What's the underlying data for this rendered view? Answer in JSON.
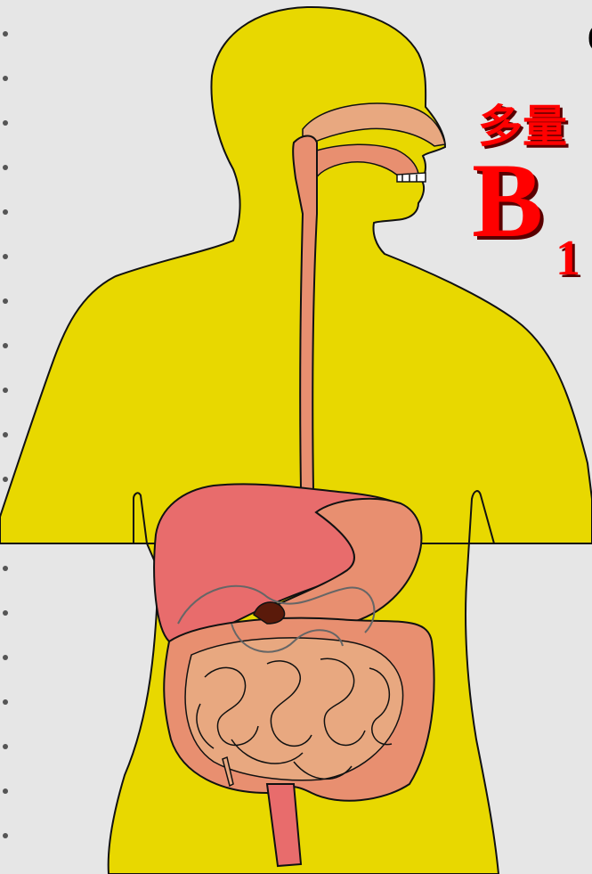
{
  "slide": {
    "background_color": "#e6e6e6",
    "body_color": "#e8d800",
    "heading": {
      "top_char": "(",
      "small_text": "多量",
      "big_text": "B",
      "subscript": "1"
    },
    "heading_color": "#ff0000",
    "icons": [
      "human-torso",
      "nasal-cavity",
      "esophagus",
      "liver",
      "stomach",
      "pancreas",
      "small-intestine",
      "large-intestine",
      "rectum"
    ]
  }
}
